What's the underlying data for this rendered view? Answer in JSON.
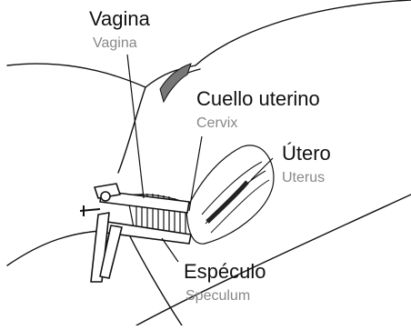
{
  "labels": {
    "vagina": {
      "es": "Vagina",
      "en": "Vagina"
    },
    "cervix": {
      "es": "Cuello uterino",
      "en": "Cervix"
    },
    "uterus": {
      "es": "Útero",
      "en": "Uterus"
    },
    "speculum": {
      "es": "Espéculo",
      "en": "Speculum"
    }
  },
  "colors": {
    "outline": "#111111",
    "secondary_text": "#888888",
    "shading": "#777777",
    "uterine_cavity": "#222222"
  }
}
